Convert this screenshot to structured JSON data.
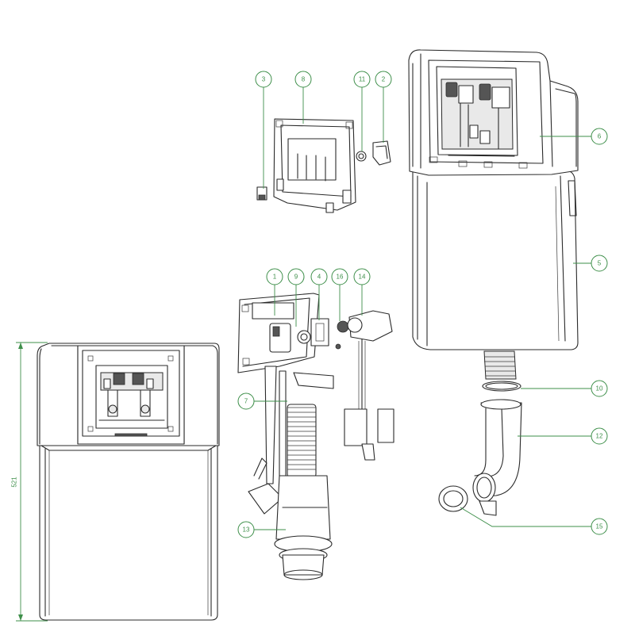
{
  "dimension": {
    "height_label": "521"
  },
  "callouts": [
    {
      "id": "1",
      "label": "1"
    },
    {
      "id": "2",
      "label": "2"
    },
    {
      "id": "3",
      "label": "3"
    },
    {
      "id": "4",
      "label": "4"
    },
    {
      "id": "5",
      "label": "5"
    },
    {
      "id": "6",
      "label": "6"
    },
    {
      "id": "7",
      "label": "7"
    },
    {
      "id": "8",
      "label": "8"
    },
    {
      "id": "9",
      "label": "9"
    },
    {
      "id": "10",
      "label": "10"
    },
    {
      "id": "11",
      "label": "11"
    },
    {
      "id": "12",
      "label": "12"
    },
    {
      "id": "13",
      "label": "13"
    },
    {
      "id": "14",
      "label": "14"
    },
    {
      "id": "15",
      "label": "15"
    },
    {
      "id": "16",
      "label": "16"
    }
  ],
  "colors": {
    "callout": "#3e8f4a",
    "line": "#2a2a2a"
  }
}
